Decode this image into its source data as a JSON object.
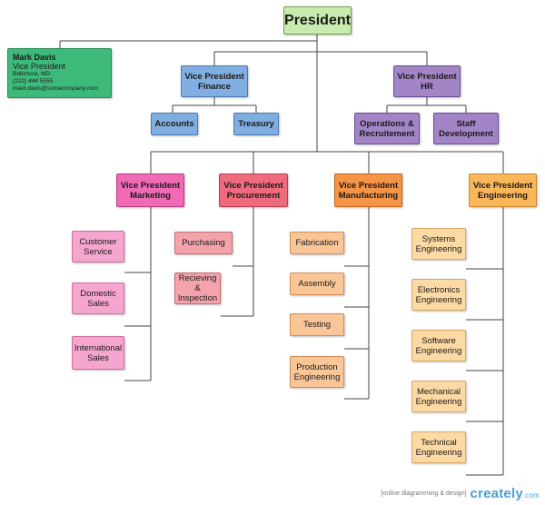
{
  "chart": {
    "president": "President",
    "profile": {
      "name": "Mark Davis",
      "title": "Vice President",
      "location": "Baltimore, MD",
      "phone": "(222) 444 5555",
      "email": "mark.davis@somecompany.com"
    },
    "finance": {
      "vp": [
        "Vice President",
        "Finance"
      ],
      "units": [
        [
          "Accounts"
        ],
        [
          "Treasury"
        ]
      ]
    },
    "hr": {
      "vp": [
        "Vice President",
        "HR"
      ],
      "units": [
        [
          "Operations &",
          "Recruitement"
        ],
        [
          "Staff",
          "Development"
        ]
      ]
    },
    "marketing": {
      "vp": [
        "Vice President",
        "Marketing"
      ],
      "units": [
        [
          "Customer",
          "Service"
        ],
        [
          "Domestic",
          "Sales"
        ],
        [
          "International",
          "Sales"
        ]
      ]
    },
    "procurement": {
      "vp": [
        "Vice President",
        "Procurement"
      ],
      "units": [
        [
          "Purchasing"
        ],
        [
          "Recieving &",
          "Inspection"
        ]
      ]
    },
    "manufacturing": {
      "vp": [
        "Vice President",
        "Manufacturing"
      ],
      "units": [
        [
          "Fabrication"
        ],
        [
          "Assembly"
        ],
        [
          "Testing"
        ],
        [
          "Production",
          "Engineering"
        ]
      ]
    },
    "engineering": {
      "vp": [
        "Vice President",
        "Engineering"
      ],
      "units": [
        [
          "Systems",
          "Engineering"
        ],
        [
          "Electronics",
          "Engineering"
        ],
        [
          "Software",
          "Engineering"
        ],
        [
          "Mechanical",
          "Engineering"
        ],
        [
          "Technical",
          "Engineering"
        ]
      ]
    }
  },
  "footer": {
    "tagline": "[online diagramming & design]",
    "brand": "creately",
    "brand_suffix": ".com"
  }
}
